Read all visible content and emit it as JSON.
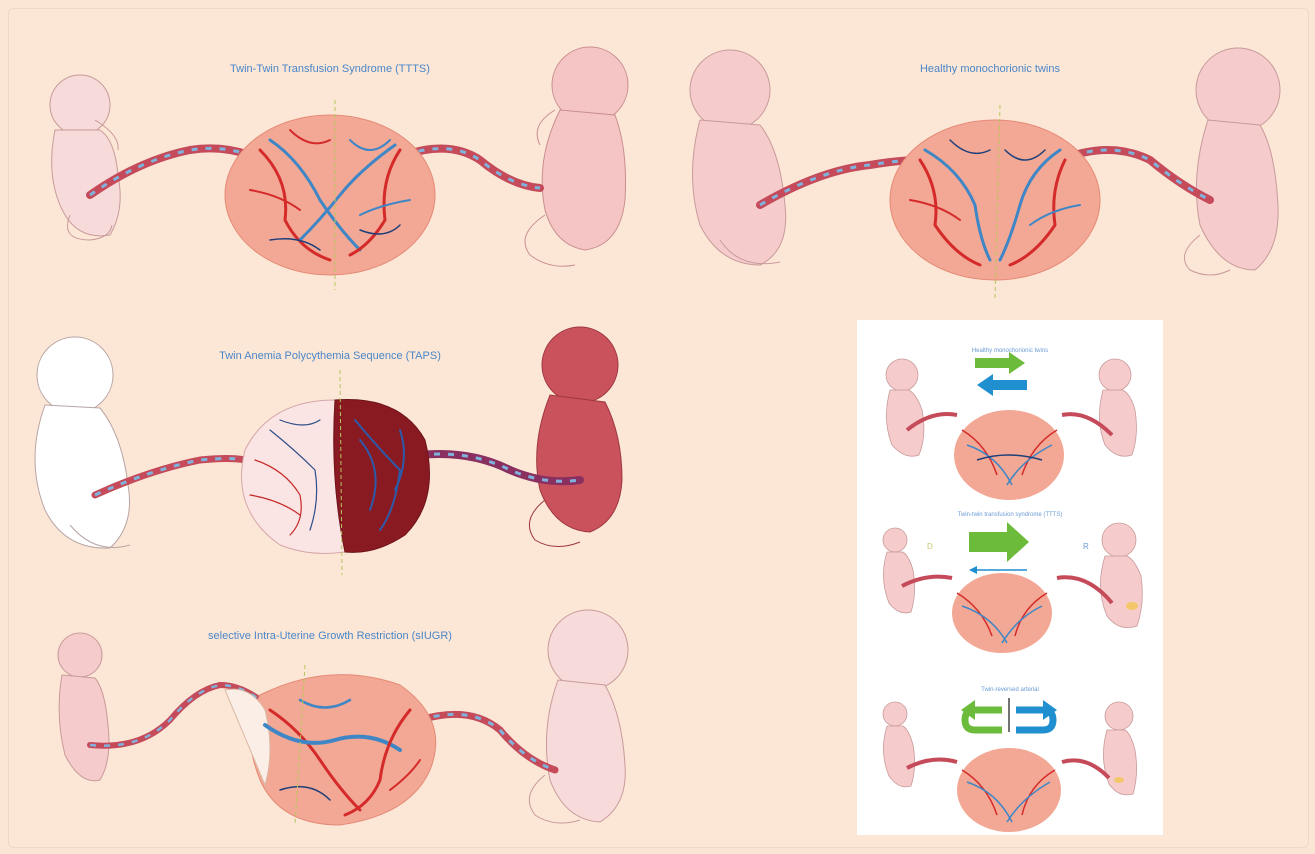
{
  "panels": {
    "ttts": {
      "title": "Twin-Twin Transfusion Syndrome (TTTS)"
    },
    "healthy": {
      "title": "Healthy monochorionic twins"
    },
    "taps": {
      "title": "Twin Anemia Polycythemia Sequence (TAPS)"
    },
    "siugr": {
      "title": "selective Intra-Uterine Growth Restriction (sIUGR)"
    }
  },
  "inset": {
    "panel1": {
      "title": "Healthy monochorionic twins"
    },
    "panel2": {
      "title": "Twin-twin transfusion syndrome (TTTS)",
      "left_label": "D",
      "right_label": "R"
    },
    "panel3": {
      "title": "Twin-reversed arterial"
    }
  },
  "colors": {
    "background": "#fbe6d6",
    "title_blue": "#4a86c8",
    "artery_red": "#d42a2a",
    "vein_blue": "#3f86c6",
    "placenta": "#f2a894",
    "fetus": "#f4c9c9",
    "recipient_dark": "#c9525c",
    "arrow_green": "#6dbb3a",
    "arrow_blue": "#1f8fd0"
  }
}
